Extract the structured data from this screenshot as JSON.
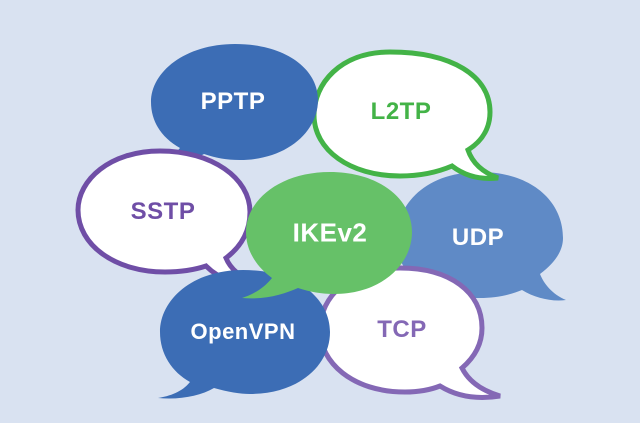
{
  "background": "#d9e2f1",
  "colors": {
    "dark_blue": "#3c6db5",
    "mid_blue": "#5f8ac6",
    "green": "#5dbf5f",
    "green_outline": "#43b347",
    "purple": "#6f4ea6",
    "purple_light": "#8468b5",
    "white": "#ffffff"
  },
  "bubbles": [
    {
      "id": "pptp",
      "label": "PPTP",
      "style": "filled",
      "fill": "#3c6db5",
      "text_color": "#ffffff"
    },
    {
      "id": "l2tp",
      "label": "L2TP",
      "style": "outlined",
      "fill": "#ffffff",
      "stroke": "#43b347",
      "text_color": "#43b347"
    },
    {
      "id": "sstp",
      "label": "SSTP",
      "style": "outlined",
      "fill": "#ffffff",
      "stroke": "#6f4ea6",
      "text_color": "#6f4ea6"
    },
    {
      "id": "ikev2",
      "label": "IKEv2",
      "style": "filled",
      "fill": "#66c168",
      "text_color": "#ffffff"
    },
    {
      "id": "udp",
      "label": "UDP",
      "style": "filled",
      "fill": "#5f8ac6",
      "text_color": "#ffffff"
    },
    {
      "id": "openvpn",
      "label": "OpenVPN",
      "style": "filled",
      "fill": "#3c6db5",
      "text_color": "#ffffff"
    },
    {
      "id": "tcp",
      "label": "TCP",
      "style": "outlined",
      "fill": "#ffffff",
      "stroke": "#8468b5",
      "text_color": "#8468b5"
    }
  ]
}
